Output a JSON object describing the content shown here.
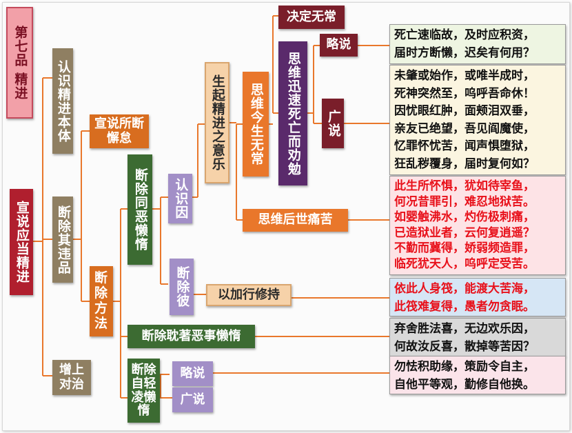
{
  "nodes": {
    "title": "第七品 精进",
    "root": "宣说应当精进",
    "renshi_benti": "认识精进本体",
    "duanchu_qiwei": "断除其违品",
    "zengshang": "增上对治",
    "xuanshuo_xiedai": "宣说所断懈怠",
    "duanchu_fangfa": "断除方法",
    "duanchu_tonge": "断除同恶懒惰",
    "duanchu_danzhuo": "断除耽著恶事懒惰",
    "duanchu_zijing": "断除自轻凌懒惰",
    "renshi_yin": "认识因",
    "duanchu_bi": "断除彼",
    "yijia_xing": "以加行修持",
    "shengqi_jingjin": "生起精进之意乐",
    "siwei_jinsheng": "思维今生无常",
    "siwei_housheng": "思维后世痛苦",
    "jueding_wuchang": "决定无常",
    "siwei_xunsu": "思维迅速死亡而劝勉",
    "lueshuo_1": "略说",
    "guangshuo_1": "广说",
    "lueshuo_2": "略说",
    "guangshuo_2": "广说"
  },
  "texts": {
    "t1": [
      "死亡速临故，及时应积资，",
      "届时方断懒，迟矣有何用？"
    ],
    "t2": [
      "未肇或始作，或唯半成时，",
      "死神突然至，呜呼吾命休！",
      "因忧眼红肿，面颊泪双垂，",
      "亲友已绝望，吾见阎魔使，",
      "忆罪怀忧苦，闻声惧堕狱，",
      "狂乱秽覆身，届时复何如？"
    ],
    "t3": [
      "此生所怀惧，犹如待宰鱼，",
      "何况昔罪引，难忍地狱苦。",
      "如婴触沸水，灼伤极刺痛，",
      "已造狱业者，云何复逍遥？",
      "不勤而冀得，娇弱频造罪，",
      "临死犹天人，呜呼定受苦。"
    ],
    "t4": [
      "依此人身筏，能渡大苦海，",
      "此筏难复得，愚者勿贪眠。"
    ],
    "t5": [
      "弃舍胜法喜，无边欢乐因，",
      "何故汝反喜，散掉等苦因？"
    ],
    "t6": [
      "勿怯积助缘，策励令自主，",
      "自他平等观，勤修自他换。"
    ]
  },
  "colors": {
    "line": "#e9772b",
    "quote_red": "#e8101a",
    "quote_black": "#111111",
    "bg_green": "#eef5e2",
    "bg_yellow": "#fbf5e0",
    "bg_pink": "#fde3e6",
    "bg_blue": "#d6e6f5",
    "bg_gray": "#d9d9d9",
    "bg_lpink": "#fbe4ea"
  }
}
